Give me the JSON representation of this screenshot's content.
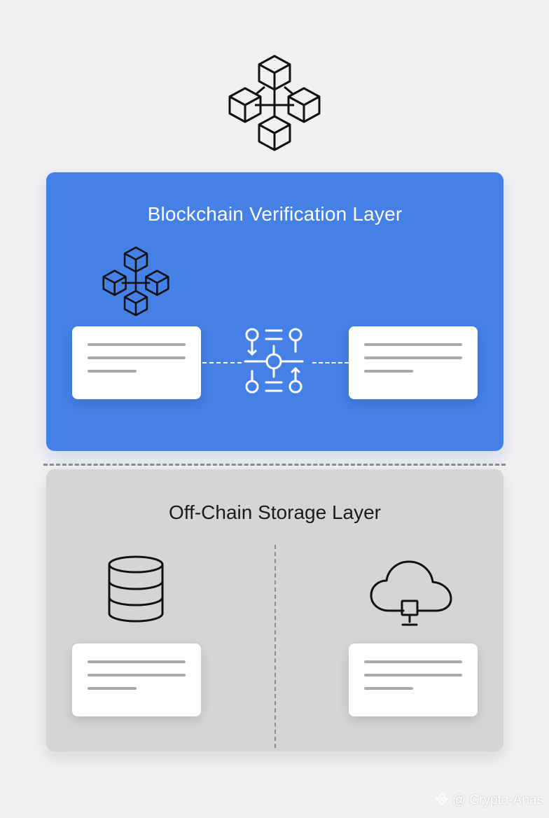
{
  "diagram": {
    "top_icon": "blockchain-network-icon",
    "blockchain_layer": {
      "title": "Blockchain Verification Layer",
      "icons": [
        "blockchain-network-icon",
        "workflow-process-icon"
      ],
      "color": "#4480e6"
    },
    "offchain_layer": {
      "title": "Off-Chain Storage Layer",
      "icons": [
        "database-icon",
        "cloud-server-icon"
      ],
      "color": "#d5d5d6"
    }
  },
  "watermark": {
    "icon": "binance-logo-icon",
    "text": "@ Crypto-Anas"
  }
}
